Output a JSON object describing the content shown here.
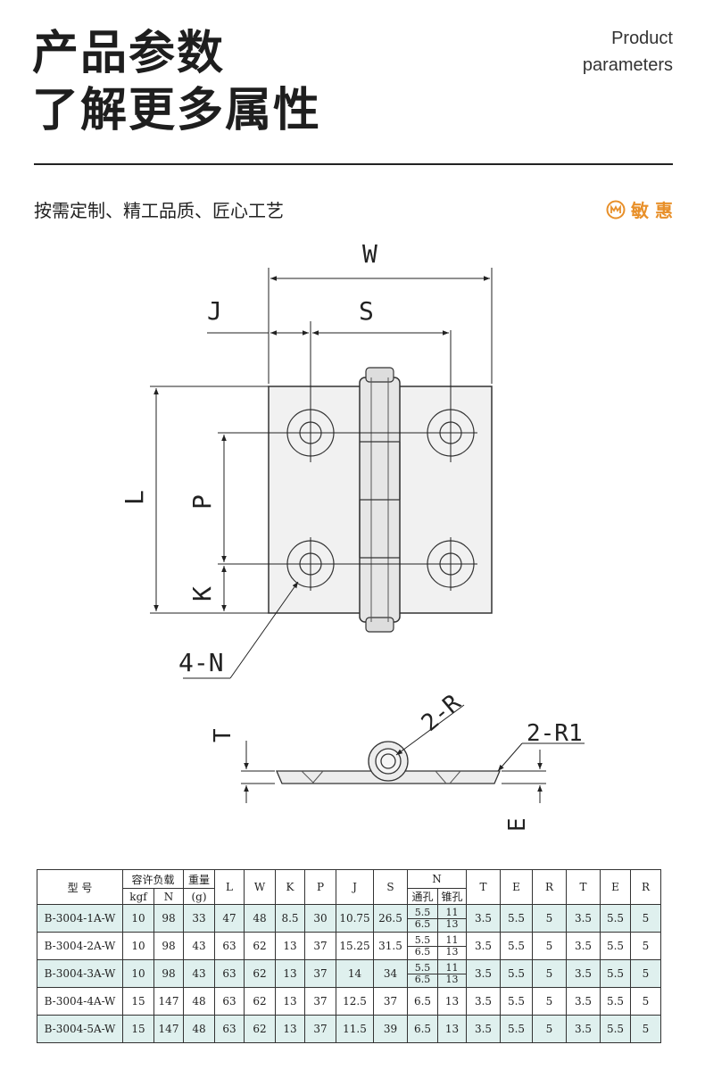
{
  "header": {
    "title_line1": "产品参数",
    "title_line2": "了解更多属性",
    "en_line1": "Product",
    "en_line2": "parameters"
  },
  "slogan": "按需定制、精工品质、匠心工艺",
  "brand": {
    "name": "敏 惠",
    "color": "#e8902a"
  },
  "drawing_labels": {
    "W": "W",
    "J": "J",
    "S": "S",
    "L": "L",
    "P": "P",
    "K": "K",
    "N": "4-N",
    "R": "2-R",
    "R1": "2-R1",
    "T": "T",
    "E": "E"
  },
  "table": {
    "headers": {
      "model": "型 号",
      "load": "容许负载",
      "weight": "重量",
      "kgf": "kgf",
      "n_unit": "N",
      "g": "(g)",
      "L": "L",
      "W": "W",
      "K": "K",
      "P": "P",
      "J": "J",
      "S": "S",
      "N": "N",
      "through": "通孔",
      "tapered": "锥孔",
      "T": "T",
      "E": "E",
      "R": "R",
      "T2": "T",
      "E2": "E",
      "R2": "R"
    },
    "rows": [
      {
        "model": "B-3004-1A-W",
        "kgf": "10",
        "n": "98",
        "g": "33",
        "L": "47",
        "W": "48",
        "K": "8.5",
        "P": "30",
        "J": "10.75",
        "S": "26.5",
        "n_through": "5.5",
        "n_through2": "6.5",
        "n_tapered": "11",
        "n_tapered2": "13",
        "T": "3.5",
        "E": "5.5",
        "R": "5",
        "T2": "3.5",
        "E2": "5.5",
        "R2": "5"
      },
      {
        "model": "B-3004-2A-W",
        "kgf": "10",
        "n": "98",
        "g": "43",
        "L": "63",
        "W": "62",
        "K": "13",
        "P": "37",
        "J": "15.25",
        "S": "31.5",
        "n_through": "5.5",
        "n_through2": "6.5",
        "n_tapered": "11",
        "n_tapered2": "13",
        "T": "3.5",
        "E": "5.5",
        "R": "5",
        "T2": "3.5",
        "E2": "5.5",
        "R2": "5"
      },
      {
        "model": "B-3004-3A-W",
        "kgf": "10",
        "n": "98",
        "g": "43",
        "L": "63",
        "W": "62",
        "K": "13",
        "P": "37",
        "J": "14",
        "S": "34",
        "n_through": "5.5",
        "n_through2": "6.5",
        "n_tapered": "11",
        "n_tapered2": "13",
        "T": "3.5",
        "E": "5.5",
        "R": "5",
        "T2": "3.5",
        "E2": "5.5",
        "R2": "5"
      },
      {
        "model": "B-3004-4A-W",
        "kgf": "15",
        "n": "147",
        "g": "48",
        "L": "63",
        "W": "62",
        "K": "13",
        "P": "37",
        "J": "12.5",
        "S": "37",
        "n_through": "6.5",
        "n_tapered": "13",
        "T": "3.5",
        "E": "5.5",
        "R": "5",
        "T2": "3.5",
        "E2": "5.5",
        "R2": "5"
      },
      {
        "model": "B-3004-5A-W",
        "kgf": "15",
        "n": "147",
        "g": "48",
        "L": "63",
        "W": "62",
        "K": "13",
        "P": "37",
        "J": "11.5",
        "S": "39",
        "n_through": "6.5",
        "n_tapered": "13",
        "T": "3.5",
        "E": "5.5",
        "R": "5",
        "T2": "3.5",
        "E2": "5.5",
        "R2": "5"
      }
    ],
    "row_shade_color": "#dff0ee"
  }
}
